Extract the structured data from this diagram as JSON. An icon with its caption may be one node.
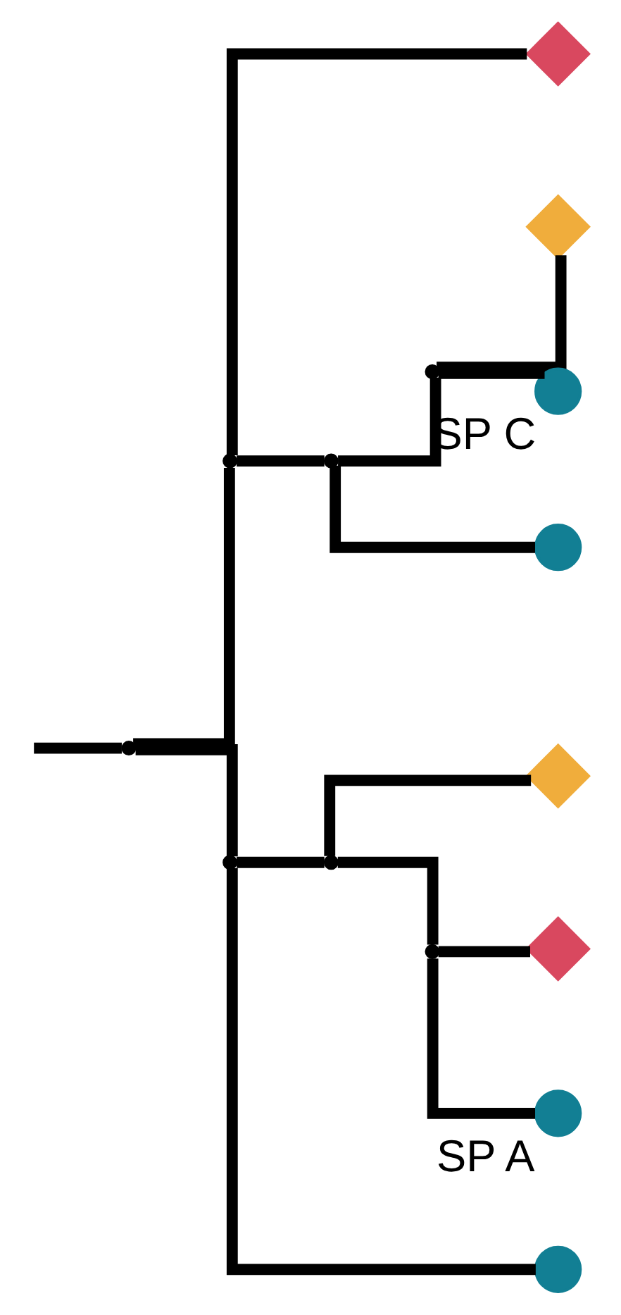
{
  "diagram": {
    "nodes": [
      {
        "text": [],
        "shape": "point"
      },
      {
        "text": [],
        "shape": "point"
      },
      {
        "text": [],
        "shape": "cross"
      },
      {
        "text": [],
        "shape": "point"
      },
      {
        "text": [],
        "shape": "point"
      },
      {
        "text": [],
        "shape": "cross"
      },
      {
        "text": [],
        "shape": "circle",
        "beside": [
          "SP C"
        ]
      },
      {
        "text": [],
        "shape": "circle"
      },
      {
        "text": [],
        "shape": "point"
      },
      {
        "text": [],
        "shape": "point"
      },
      {
        "text": [],
        "shape": "cross"
      },
      {
        "text": [],
        "shape": "point"
      },
      {
        "text": [],
        "shape": "cross"
      },
      {
        "text": [],
        "shape": "circle",
        "beside": [
          "SP A"
        ]
      },
      {
        "text": [],
        "shape": "circle"
      }
    ],
    "edges": [
      {
        "from": null,
        "to": 0,
        "arrow": "none"
      },
      {
        "from": 0,
        "to": 1,
        "arrow": "none"
      },
      {
        "from": 0,
        "to": 8,
        "arrow": "none"
      },
      {
        "from": 1,
        "to": 2,
        "arrow": "none"
      },
      {
        "from": 1,
        "to": 3,
        "arrow": "none"
      },
      {
        "from": 3,
        "to": 4,
        "arrow": "none"
      },
      {
        "from": 3,
        "to": 7,
        "arrow": "none"
      },
      {
        "from": 4,
        "to": 5,
        "arrow": "none"
      },
      {
        "from": 4,
        "to": 6,
        "arrow": "none"
      },
      {
        "from": 8,
        "to": 9,
        "arrow": "none"
      },
      {
        "from": 8,
        "to": 14,
        "arrow": "none"
      },
      {
        "from": 9,
        "to": 10,
        "arrow": "none"
      },
      {
        "from": 9,
        "to": 11,
        "arrow": "none"
      },
      {
        "from": 11,
        "to": 12,
        "arrow": "none"
      },
      {
        "from": 11,
        "to": 13,
        "arrow": "none"
      }
    ]
  }
}
